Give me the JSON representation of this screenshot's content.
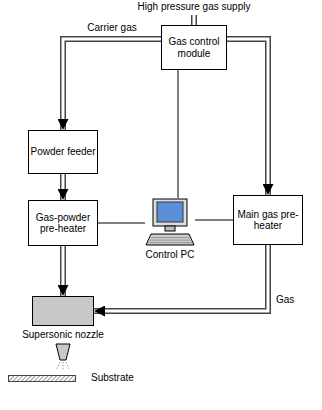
{
  "diagram": {
    "nodes": [
      {
        "text": [
          "Gas control module"
        ]
      },
      {
        "text": [
          "Powder feeder"
        ]
      },
      {
        "text": [
          "Gas-powder pre-heater"
        ]
      },
      {
        "text": [
          "Control PC"
        ]
      },
      {
        "text": [
          "Main gas pre-heater"
        ]
      },
      {
        "text": [
          "Supersonic nozzle"
        ]
      },
      {
        "text": [
          "Substrate"
        ]
      }
    ],
    "edges": [
      {
        "from": 0,
        "to": 1,
        "label": "Carrier gas",
        "arrow": "to"
      },
      {
        "from": 1,
        "to": 2,
        "arrow": "to"
      },
      {
        "from": 2,
        "to": 5,
        "arrow": "to"
      },
      {
        "from": 0,
        "to": 4,
        "arrow": "to"
      },
      {
        "from": 4,
        "to": 5,
        "label": "Gas",
        "arrow": "to"
      },
      {
        "from": 3,
        "to": 0,
        "arrow": "none"
      },
      {
        "from": 3,
        "to": 2,
        "arrow": "none"
      },
      {
        "from": 3,
        "to": 4,
        "arrow": "none"
      }
    ],
    "labels": [
      "High pressure gas supply"
    ]
  }
}
